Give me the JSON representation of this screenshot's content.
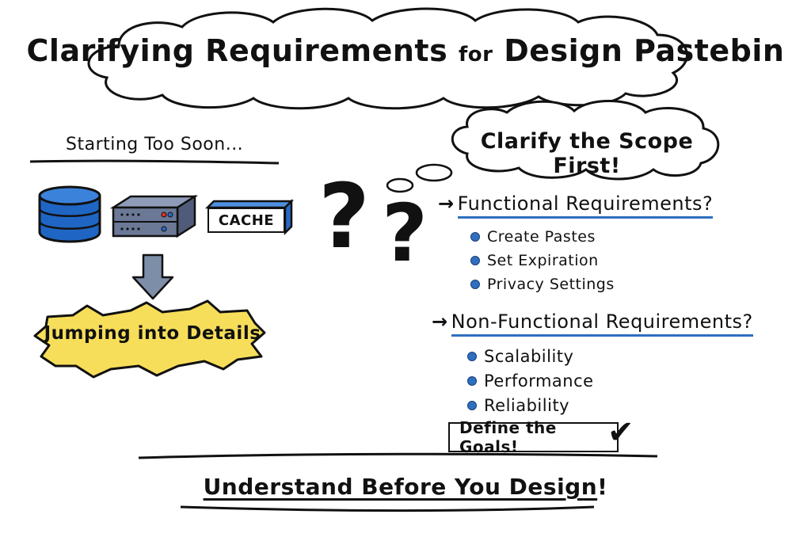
{
  "title": {
    "main": "Clarifying Requirements",
    "connector": "for",
    "subject": "Design Pastebin"
  },
  "left": {
    "heading": "Starting Too Soon...",
    "cache_label": "CACHE",
    "burst_label": "Jumping into Details"
  },
  "right": {
    "scope_title": "Clarify the Scope First!",
    "functional": {
      "heading": "Functional Requirements?",
      "items": [
        "Create Pastes",
        "Set Expiration",
        "Privacy Settings"
      ]
    },
    "non_functional": {
      "heading": "Non-Functional Requirements?",
      "items": [
        "Scalability",
        "Performance",
        "Reliability"
      ]
    },
    "goals_label": "Define the Goals!"
  },
  "question_marks": [
    "?",
    "?"
  ],
  "footer": {
    "text": "Understand Before You Design",
    "mark": "!"
  },
  "colors": {
    "accent_blue": "#2f6fbf",
    "db_blue": "#1f66c4",
    "server_gray": "#6b7896",
    "burst_yellow": "#f7de5a",
    "arrow_gray": "#7d8ea8",
    "ink": "#111111"
  },
  "icons": [
    "database-icon",
    "server-icon",
    "cache-icon",
    "down-arrow-icon",
    "arrow-right-icon",
    "checkmark-icon",
    "bullet-icon"
  ]
}
